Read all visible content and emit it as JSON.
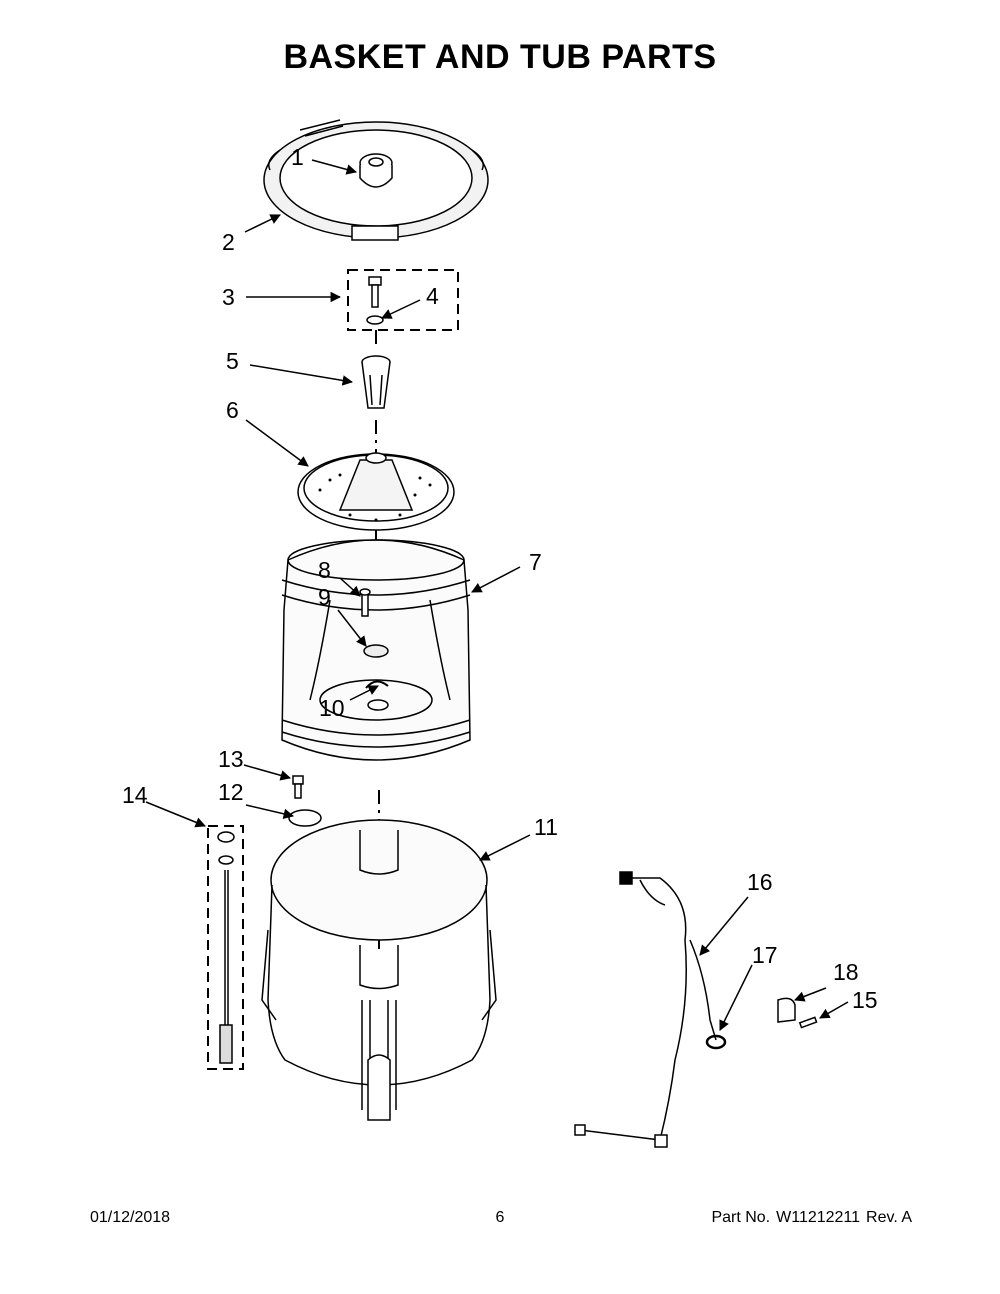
{
  "title": "BASKET AND TUB PARTS",
  "callouts": [
    {
      "id": "1",
      "label": "1"
    },
    {
      "id": "2",
      "label": "2"
    },
    {
      "id": "3",
      "label": "3"
    },
    {
      "id": "4",
      "label": "4"
    },
    {
      "id": "5",
      "label": "5"
    },
    {
      "id": "6",
      "label": "6"
    },
    {
      "id": "7",
      "label": "7"
    },
    {
      "id": "8",
      "label": "8"
    },
    {
      "id": "9",
      "label": "9"
    },
    {
      "id": "10",
      "label": "10"
    },
    {
      "id": "11",
      "label": "11"
    },
    {
      "id": "12",
      "label": "12"
    },
    {
      "id": "13",
      "label": "13"
    },
    {
      "id": "14",
      "label": "14"
    },
    {
      "id": "15",
      "label": "15"
    },
    {
      "id": "16",
      "label": "16"
    },
    {
      "id": "17",
      "label": "17"
    },
    {
      "id": "18",
      "label": "18"
    }
  ],
  "footer": {
    "date": "01/12/2018",
    "page": "6",
    "part_label": "Part No.",
    "part_number": "W11212211",
    "rev": "Rev. A"
  }
}
